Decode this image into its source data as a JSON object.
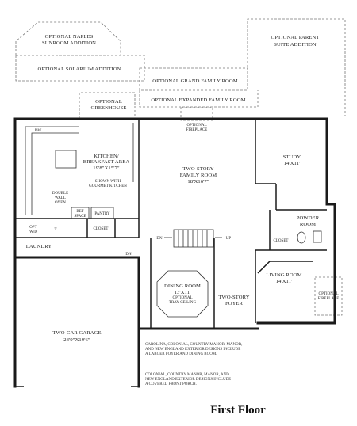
{
  "plan_title": "First Floor",
  "options": {
    "naples_line1": "OPTIONAL NAPLES",
    "naples_line2": "SUNROOM ADDITION",
    "parent_line1": "OPTIONAL PARENT",
    "parent_line2": "SUITE ADDITION",
    "solarium": "OPTIONAL SOLARIUM ADDITION",
    "grand_family": "OPTIONAL GRAND FAMILY ROOM",
    "expanded_family": "OPTIONAL EXPANDED FAMILY ROOM",
    "greenhouse_line1": "OPTIONAL",
    "greenhouse_line2": "GREENHOUSE"
  },
  "rooms": {
    "kitchen_name1": "KITCHEN/",
    "kitchen_name2": "BREAKFAST AREA",
    "kitchen_dim": "19'8\"X15'7\"",
    "kitchen_note1": "SHOWN WITH",
    "kitchen_note2": "GOURMET KITCHEN",
    "family_name1": "TWO-STORY",
    "family_name2": "FAMILY ROOM",
    "family_dim": "18'X16'7\"",
    "study_name": "STUDY",
    "study_dim": "14'X11'",
    "powder_name1": "POWDER",
    "powder_name2": "ROOM",
    "living_name": "LIVING ROOM",
    "living_dim": "14'X11'",
    "dining_name": "DINING ROOM",
    "dining_dim": "13'X11'",
    "dining_note1": "OPTIONAL",
    "dining_note2": "TRAY CEILING",
    "foyer_name1": "TWO-STORY",
    "foyer_name2": "FOYER",
    "garage_name": "TWO-CAR GARAGE",
    "garage_dim": "23'9\"X19'6\"",
    "laundry_name": "LAUNDRY"
  },
  "labels": {
    "dw": "DW",
    "ref_line1": "REF",
    "ref_line2": "SPACE",
    "pantry": "PANTRY",
    "double_oven1": "DOUBLE",
    "double_oven2": "WALL",
    "double_oven3": "OVEN",
    "closet_laundry": "CLOSET",
    "closet_powder": "CLOSET",
    "opt_wd1": "OPT",
    "opt_wd2": "W/D",
    "water_heater": "T",
    "fireplace_family1": "OPTIONAL",
    "fireplace_family2": "FIREPLACE",
    "fireplace_living1": "OPTIONAL",
    "fireplace_living2": "FIREPLACE",
    "dn_stair": "DN",
    "up_stair": "UP",
    "dn_garage": "DN"
  },
  "notes": {
    "note1_line1": "CAROLINA, COLONIAL, COUNTRY MANOR, MANOR,",
    "note1_line2": "AND NEW ENGLAND EXTERIOR DESIGNS INCLUDE",
    "note1_line3": "A LARGER FOYER AND DINING ROOM.",
    "note2_line1": "COLONIAL, COUNTRY MANOR, MANOR, AND",
    "note2_line2": "NEW ENGLAND EXTERIOR DESIGNS INCLUDE",
    "note2_line3": "A COVERED FRONT PORCH."
  }
}
